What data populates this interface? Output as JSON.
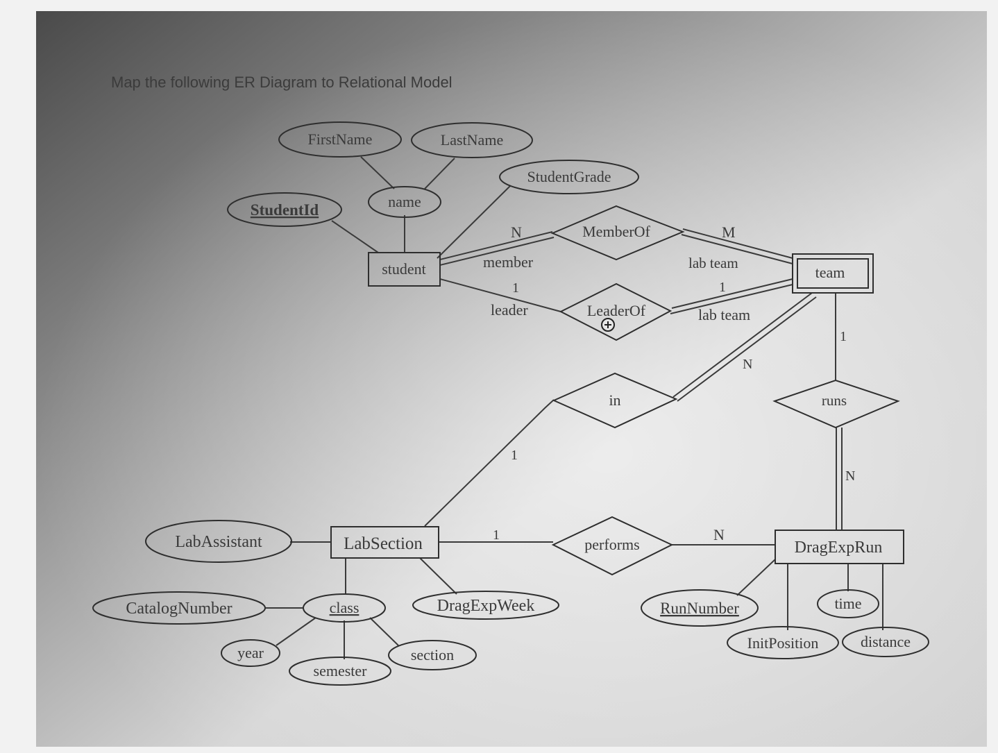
{
  "heading": "Map the following ER Diagram to Relational Model",
  "entities": {
    "student": "student",
    "team": "team",
    "labsection": "LabSection",
    "dragexprun": "DragExpRun"
  },
  "relationships": {
    "memberof": "MemberOf",
    "leaderof": "LeaderOf",
    "in": "in",
    "runs": "runs",
    "performs": "performs"
  },
  "attributes": {
    "firstname": "FirstName",
    "lastname": "LastName",
    "name": "name",
    "studentid": "StudentId",
    "studentgrade": "StudentGrade",
    "labassistant": "LabAssistant",
    "catalognumber": "CatalogNumber",
    "class": "class",
    "year": "year",
    "semester": "semester",
    "section": "section",
    "dragexpweek": "DragExpWeek",
    "runnumber": "RunNumber",
    "time": "time",
    "initposition": "InitPosition",
    "distance": "distance"
  },
  "labels": {
    "memberof_n": "N",
    "memberof_m": "M",
    "member_role": "member",
    "lab_team_1": "lab team",
    "leader_1": "1",
    "leader_role": "leader",
    "leader_team_1": "1",
    "lab_team_2": "lab team",
    "in_n": "N",
    "in_1": "1",
    "runs_1": "1",
    "runs_n": "N",
    "performs_1": "1",
    "performs_n": "N"
  }
}
